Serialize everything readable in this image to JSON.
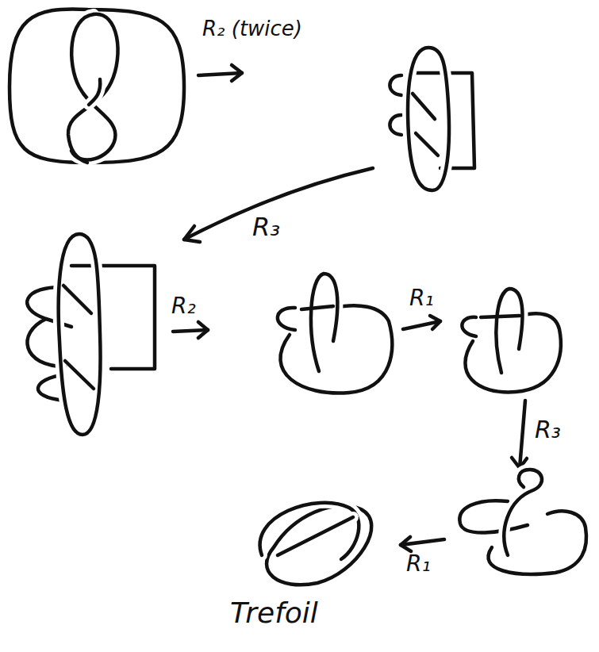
{
  "diagram": {
    "labels": [
      "R₂ (twice)",
      "R₃",
      "R₂",
      "R₁",
      "R₃",
      "R₁",
      "Trefoil"
    ]
  }
}
